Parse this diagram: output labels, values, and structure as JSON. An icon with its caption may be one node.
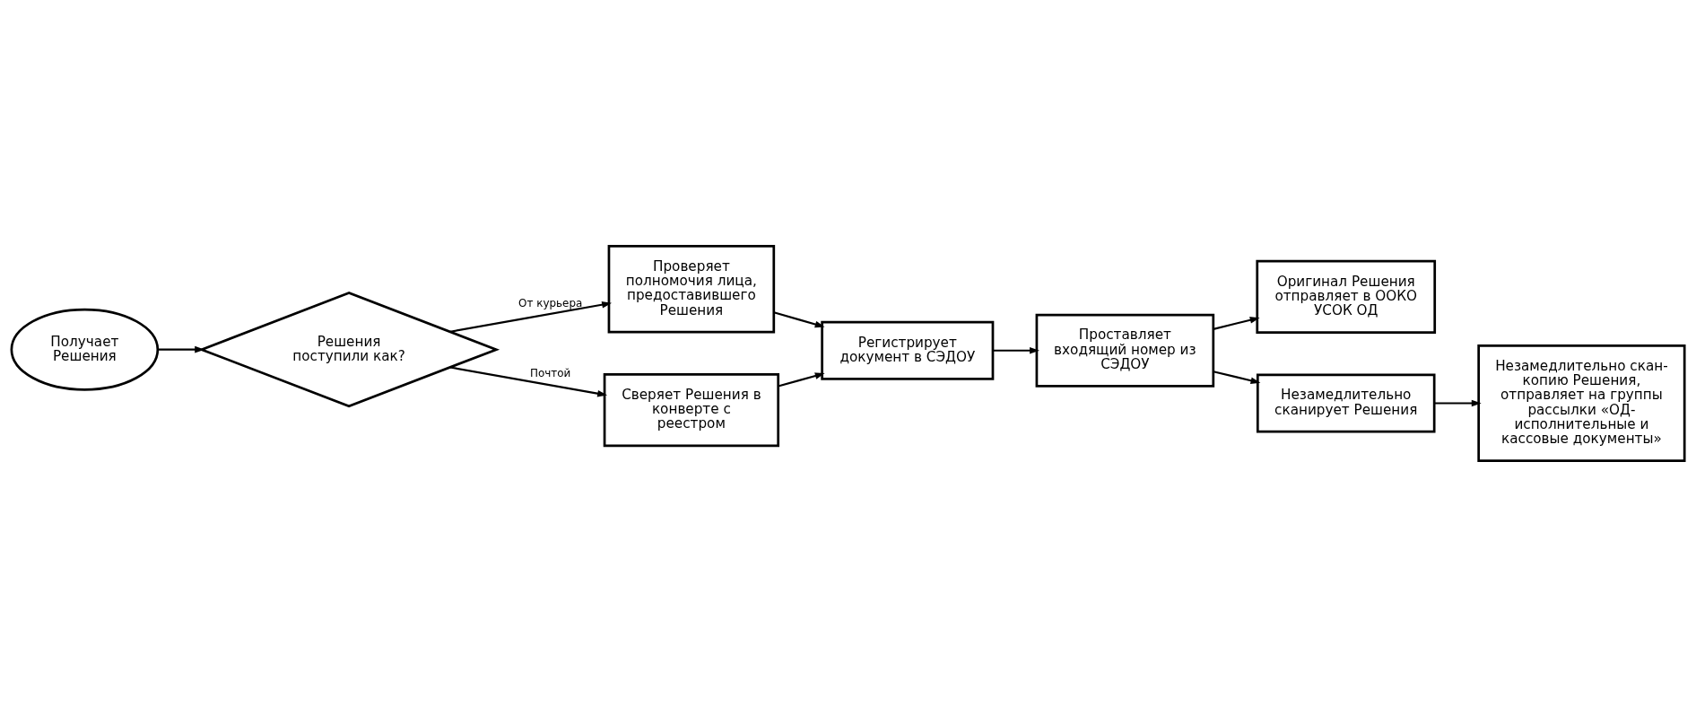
{
  "diagram": {
    "nodes": [
      {
        "text": [
          "Получает Решения"
        ]
      },
      {
        "text": [
          "Решения поступили как?"
        ]
      },
      {
        "text": [
          "Проверяет полномочия лица, предоставившего Решения"
        ]
      },
      {
        "text": [
          "Сверяет Решения в конверте с реестром"
        ]
      },
      {
        "text": [
          "Регистрирует документ в СЭДОУ"
        ]
      },
      {
        "text": [
          "Проставляет входящий номер из СЭДОУ"
        ]
      },
      {
        "text": [
          "Оригинал Решения отправляет в ООКО УСОК ОД"
        ]
      },
      {
        "text": [
          "Незамедлительно сканирует Решения"
        ]
      },
      {
        "text": [
          "Незамедлительно скан-копию Решения, отправляет на группы рассылки «ОД-исполнительные и кассовые документы»"
        ]
      }
    ],
    "edges": [
      {
        "from": 0,
        "to": 1,
        "arrow": "to"
      },
      {
        "from": 1,
        "to": 2,
        "arrow": "to",
        "label": "От курьера"
      },
      {
        "from": 1,
        "to": 3,
        "arrow": "to",
        "label": "Почтой"
      },
      {
        "from": 2,
        "to": 4,
        "arrow": "to"
      },
      {
        "from": 3,
        "to": 4,
        "arrow": "to"
      },
      {
        "from": 4,
        "to": 5,
        "arrow": "to"
      },
      {
        "from": 5,
        "to": 6,
        "arrow": "to"
      },
      {
        "from": 5,
        "to": 7,
        "arrow": "to"
      },
      {
        "from": 7,
        "to": 8,
        "arrow": "to"
      }
    ]
  }
}
